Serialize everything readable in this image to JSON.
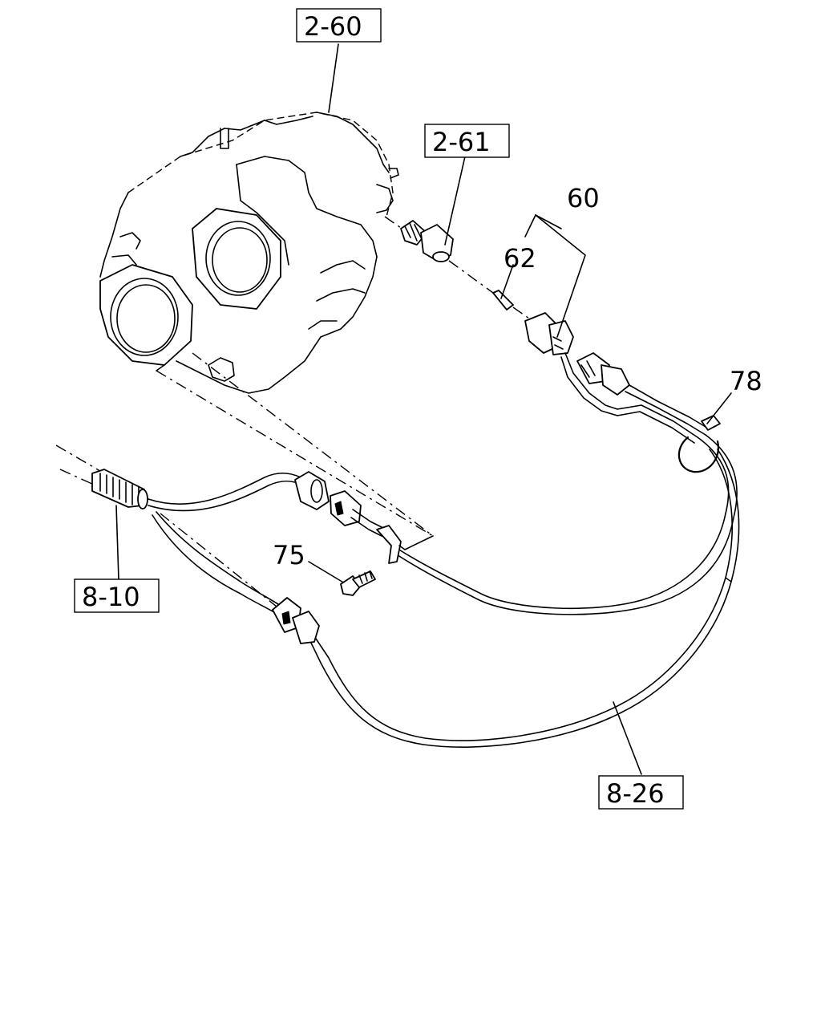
{
  "callouts": {
    "c_2_60": "2-60",
    "c_2_61": "2-61",
    "c_60": "60",
    "c_62": "62",
    "c_78": "78",
    "c_75": "75",
    "c_8_10": "8-10",
    "c_8_26": "8-26"
  }
}
